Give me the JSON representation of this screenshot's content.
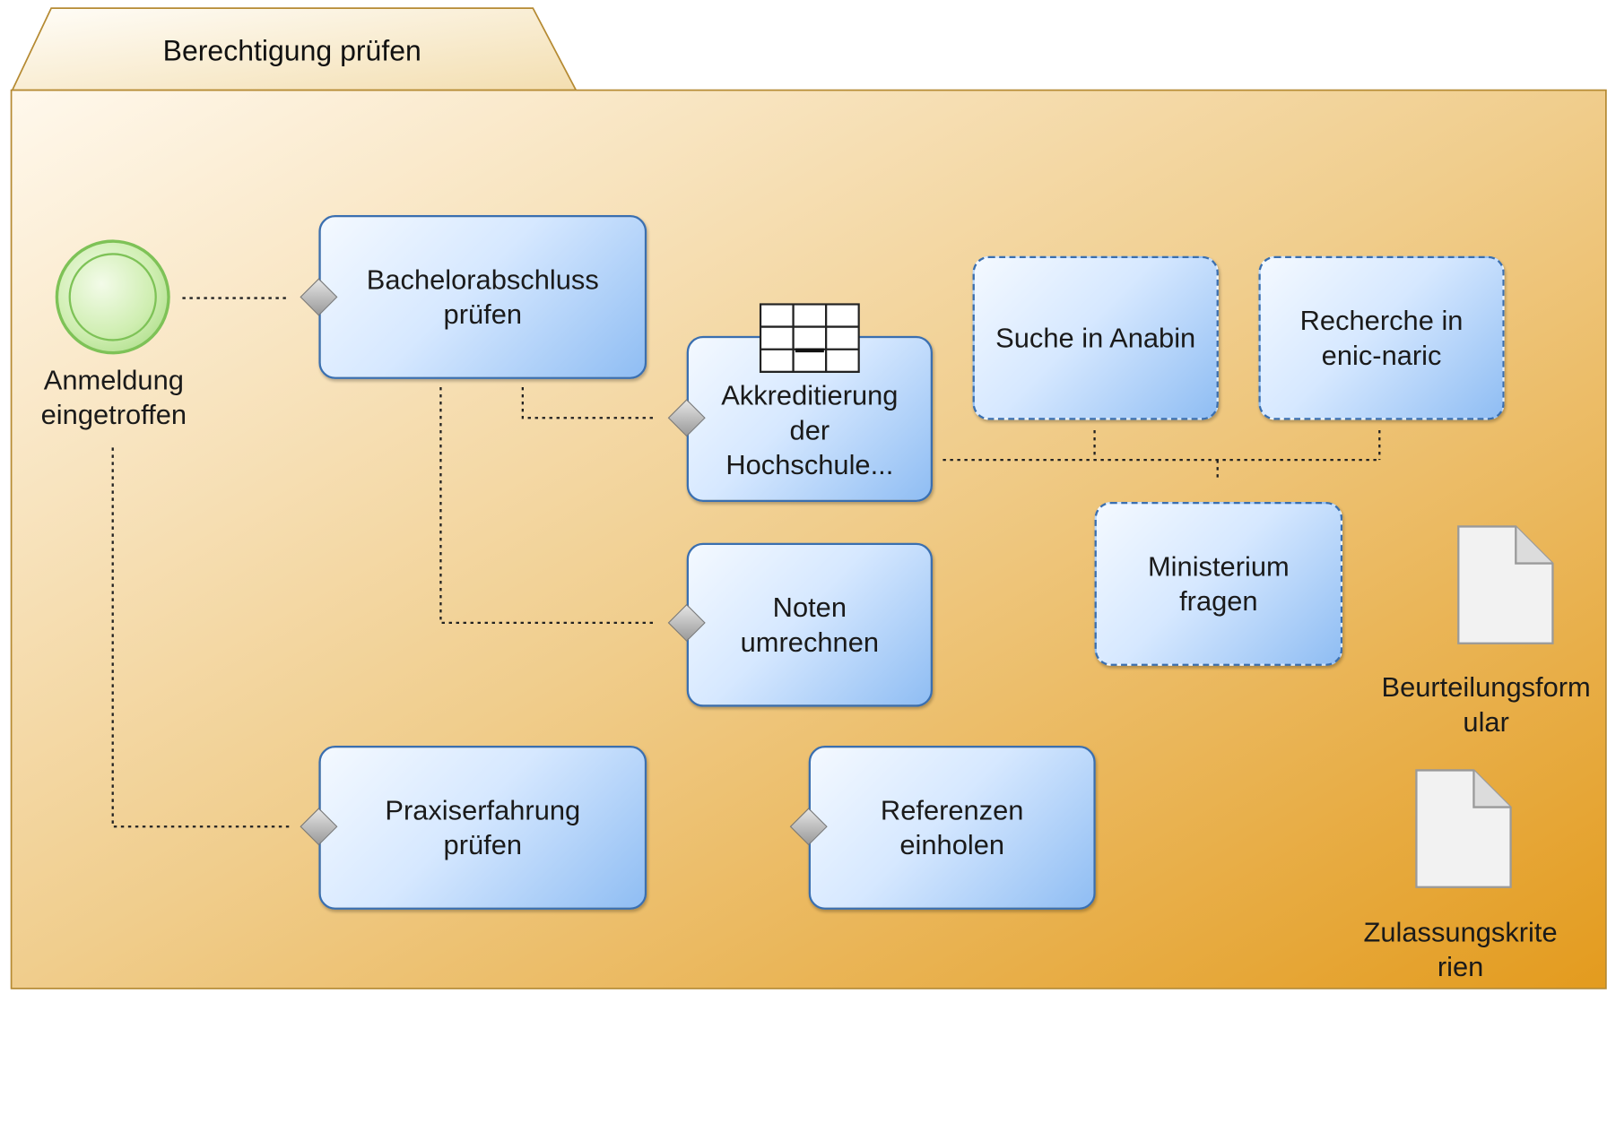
{
  "pool": {
    "title": "Berechtigung prüfen"
  },
  "start_event": {
    "label": "Anmeldung eingetroffen"
  },
  "tasks": {
    "bachelor": "Bachelorabschluss prüfen",
    "akkreditierung": "Akkreditierung der Hochschule...",
    "anabin": "Suche in Anabin",
    "enic": "Recherche in enic-naric",
    "ministerium": "Ministerium fragen",
    "noten": "Noten umrechnen",
    "praxis": "Praxiserfahrung prüfen",
    "referenzen": "Referenzen einholen"
  },
  "documents": {
    "beurteilung": "Beurteilungsformular",
    "zulassung": "Zulassungskriterien"
  },
  "colors": {
    "pool_gradient_start": "#fff8ec",
    "pool_gradient_end": "#e39b1e",
    "task_border": "#3a6fb0",
    "event_green": "#7ec257"
  }
}
